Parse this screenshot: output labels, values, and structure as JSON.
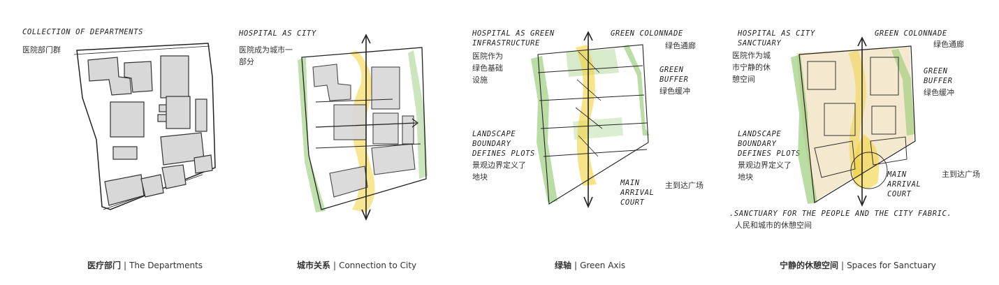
{
  "panels": [
    {
      "hand_title": "Collection of Departments",
      "cn_label": "医院部门群",
      "caption_zh": "医疗部门",
      "caption_sep": "|",
      "caption_en": "The Departments"
    },
    {
      "hand_title": "Hospital as City",
      "cn_label": "医院成为城市一\n部分",
      "caption_zh": "城市关系",
      "caption_sep": "|",
      "caption_en": "Connection to City"
    },
    {
      "hand_title_1": "Hospital as Green",
      "hand_title_2": "Infrastructure",
      "cn_label": "医院作为\n绿色基础\n设施",
      "colonnade": "Green Colonnade",
      "colonnade_cn": "绿色通廊",
      "buffer_1": "Green",
      "buffer_2": "Buffer",
      "buffer_cn": "绿色缓冲",
      "landscape_1": "Landscape",
      "landscape_2": "Boundary",
      "landscape_3": "Defines Plots",
      "landscape_cn": "景观边界定义了\n地块",
      "arrival_1": "Main",
      "arrival_2": "Arrival",
      "arrival_3": "Court",
      "arrival_cn": "主到达广场",
      "caption_zh": "绿轴",
      "caption_sep": "|",
      "caption_en": "Green Axis"
    },
    {
      "hand_title_1": "Hospital as City",
      "hand_title_2": "Sanctuary",
      "cn_label": "医院作为城\n市宁静的休\n憩空间",
      "colonnade": "Green Colonnade",
      "colonnade_cn": "绿色通廊",
      "buffer_1": "Green",
      "buffer_2": "Buffer",
      "buffer_cn": "绿色缓冲",
      "landscape_1": "Landscape",
      "landscape_2": "Boundary",
      "landscape_3": "Defines Plots",
      "landscape_cn": "景观边界定义了\n地块",
      "arrival_1": "Main",
      "arrival_2": "Arrival",
      "arrival_3": "Court",
      "arrival_cn": "主到达广场",
      "sanctuary_note": ".Sanctuary for the people and the city fabric.",
      "sanctuary_cn": "人民和城市的休憩空间",
      "caption_zh": "宁静的休憩空间",
      "caption_sep": "|",
      "caption_en": "Spaces for Sanctuary"
    }
  ],
  "colors": {
    "ink": "#222222",
    "building_fill": "#d8d8d8",
    "green_wash": "#8cc66a",
    "yellow_wash": "#f2d23a",
    "beige_wash": "#f1e2c2"
  }
}
